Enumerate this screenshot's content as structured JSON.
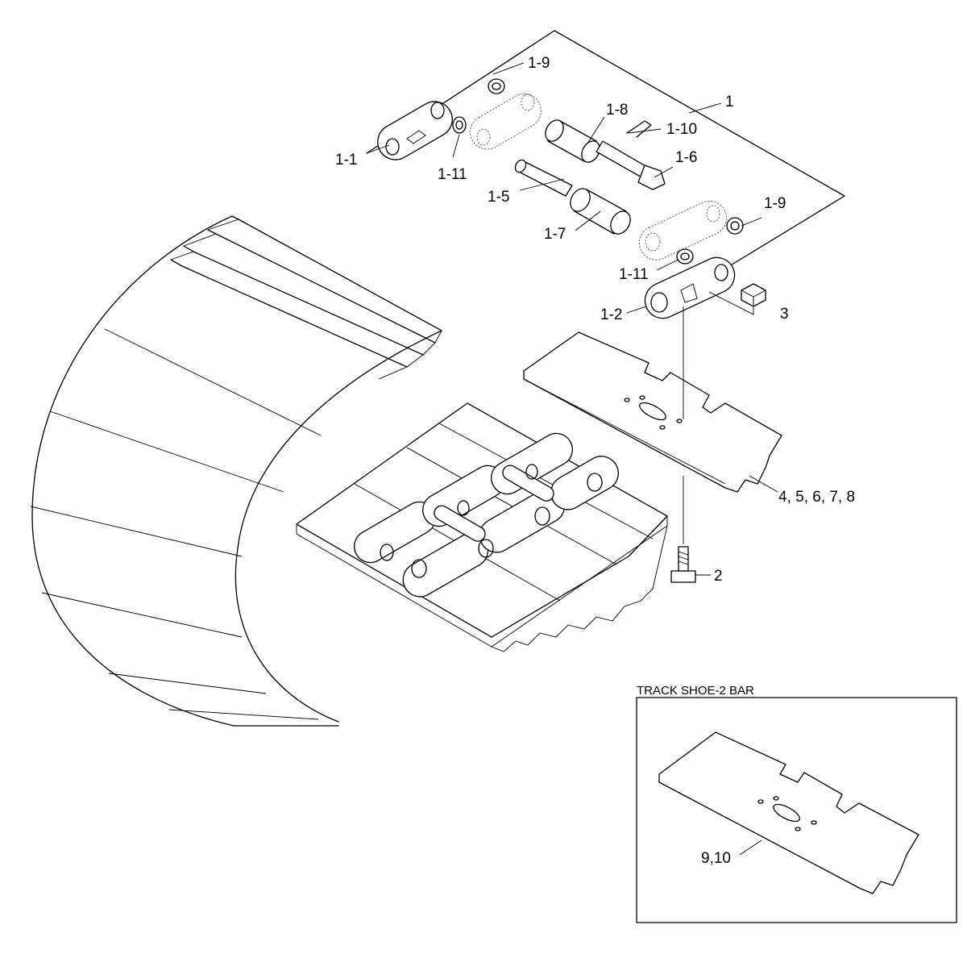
{
  "labels": {
    "l_1": "1",
    "l_1_1": "1-1",
    "l_1_2": "1-2",
    "l_1_5": "1-5",
    "l_1_6": "1-6",
    "l_1_7": "1-7",
    "l_1_8": "1-8",
    "l_1_9a": "1-9",
    "l_1_9b": "1-9",
    "l_1_10": "1-10",
    "l_1_11a": "1-11",
    "l_1_11b": "1-11",
    "l_2": "2",
    "l_3": "3",
    "l_4to8": "4, 5, 6, 7, 8",
    "l_9_10": "9,10"
  },
  "inset": {
    "title": "TRACK SHOE-2 BAR"
  }
}
